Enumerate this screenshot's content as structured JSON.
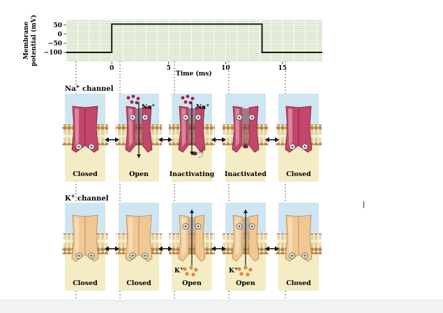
{
  "chart_data": {
    "type": "line",
    "ylabel": "Membrane potential (mV)",
    "ylabel_lines": [
      "Membrane",
      "potential (mV)"
    ],
    "xlabel": "Time (ms)",
    "x_ticks": [
      "0",
      "5",
      "10",
      "15"
    ],
    "y_ticks": [
      "50",
      "0",
      "−50",
      "−100"
    ],
    "xlim": [
      -4,
      18.5
    ],
    "ylim": [
      -150,
      80
    ],
    "grid": true,
    "series": [
      {
        "x": [
          -4,
          0,
          0,
          13.2,
          13.2,
          18.5
        ],
        "y": [
          -100,
          -100,
          55,
          55,
          -100,
          -100
        ]
      }
    ]
  },
  "na_section": {
    "title_pre": "Na",
    "title_sup": "+",
    "title_post": " channel"
  },
  "k_section": {
    "title_pre": "K",
    "title_sup": "+",
    "title_post": " channel"
  },
  "na_states": [
    "Closed",
    "Open",
    "Inactivating",
    "Inactivated",
    "Closed"
  ],
  "k_states": [
    "Closed",
    "Closed",
    "Open",
    "Open",
    "Closed"
  ],
  "ion_labels": {
    "na": "Na",
    "k": "K",
    "sup": "+"
  },
  "colors": {
    "plot_bg": "#d8e6cc",
    "grid": "#ffffff",
    "trace": "#1a1a1a",
    "extracellular": "#cfe6f2",
    "intracellular": "#f3ecc5",
    "lipid_head": "#b8864a",
    "na_channel": "#c2476a",
    "na_channel_light": "#e2a2b3",
    "na_channel_dark": "#7e1e3e",
    "k_channel": "#f0c896",
    "k_channel_light": "#fbe3c2",
    "k_channel_dark": "#b88550",
    "na_ion": "#a0224e",
    "k_ion": "#d98a3a",
    "dashed": "#555555"
  }
}
